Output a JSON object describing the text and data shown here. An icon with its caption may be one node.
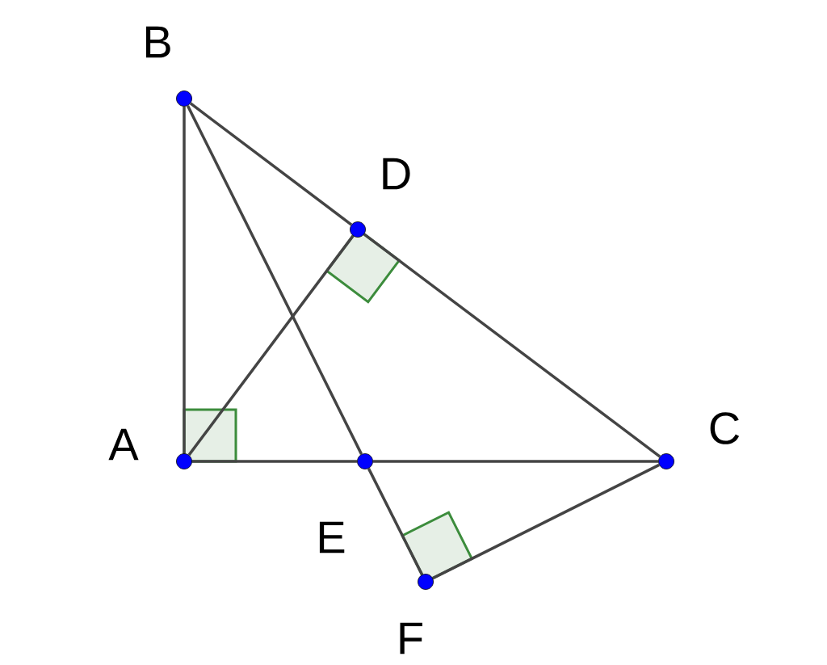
{
  "diagram": {
    "nodes": [
      {
        "text": [],
        "shape": "circle",
        "beside": [
          "B"
        ]
      },
      {
        "text": [],
        "shape": "circle",
        "beside": [
          "D"
        ]
      },
      {
        "text": [],
        "shape": "circle",
        "beside": [
          "A"
        ]
      },
      {
        "text": [],
        "shape": "circle",
        "beside": [
          "E"
        ]
      },
      {
        "text": [],
        "shape": "circle",
        "beside": [
          "C"
        ]
      },
      {
        "text": [],
        "shape": "circle",
        "beside": [
          "F"
        ]
      }
    ],
    "edges": [
      {
        "from": 0,
        "to": 1,
        "arrow": "none"
      },
      {
        "from": 1,
        "to": 4,
        "arrow": "none"
      },
      {
        "from": 2,
        "to": 0,
        "arrow": "none"
      },
      {
        "from": 2,
        "to": 3,
        "arrow": "none"
      },
      {
        "from": 3,
        "to": 4,
        "arrow": "none"
      },
      {
        "from": 2,
        "to": 1,
        "arrow": "none"
      },
      {
        "from": 0,
        "to": 3,
        "arrow": "none"
      },
      {
        "from": 3,
        "to": 5,
        "arrow": "none"
      },
      {
        "from": 5,
        "to": 4,
        "arrow": "none"
      }
    ]
  }
}
